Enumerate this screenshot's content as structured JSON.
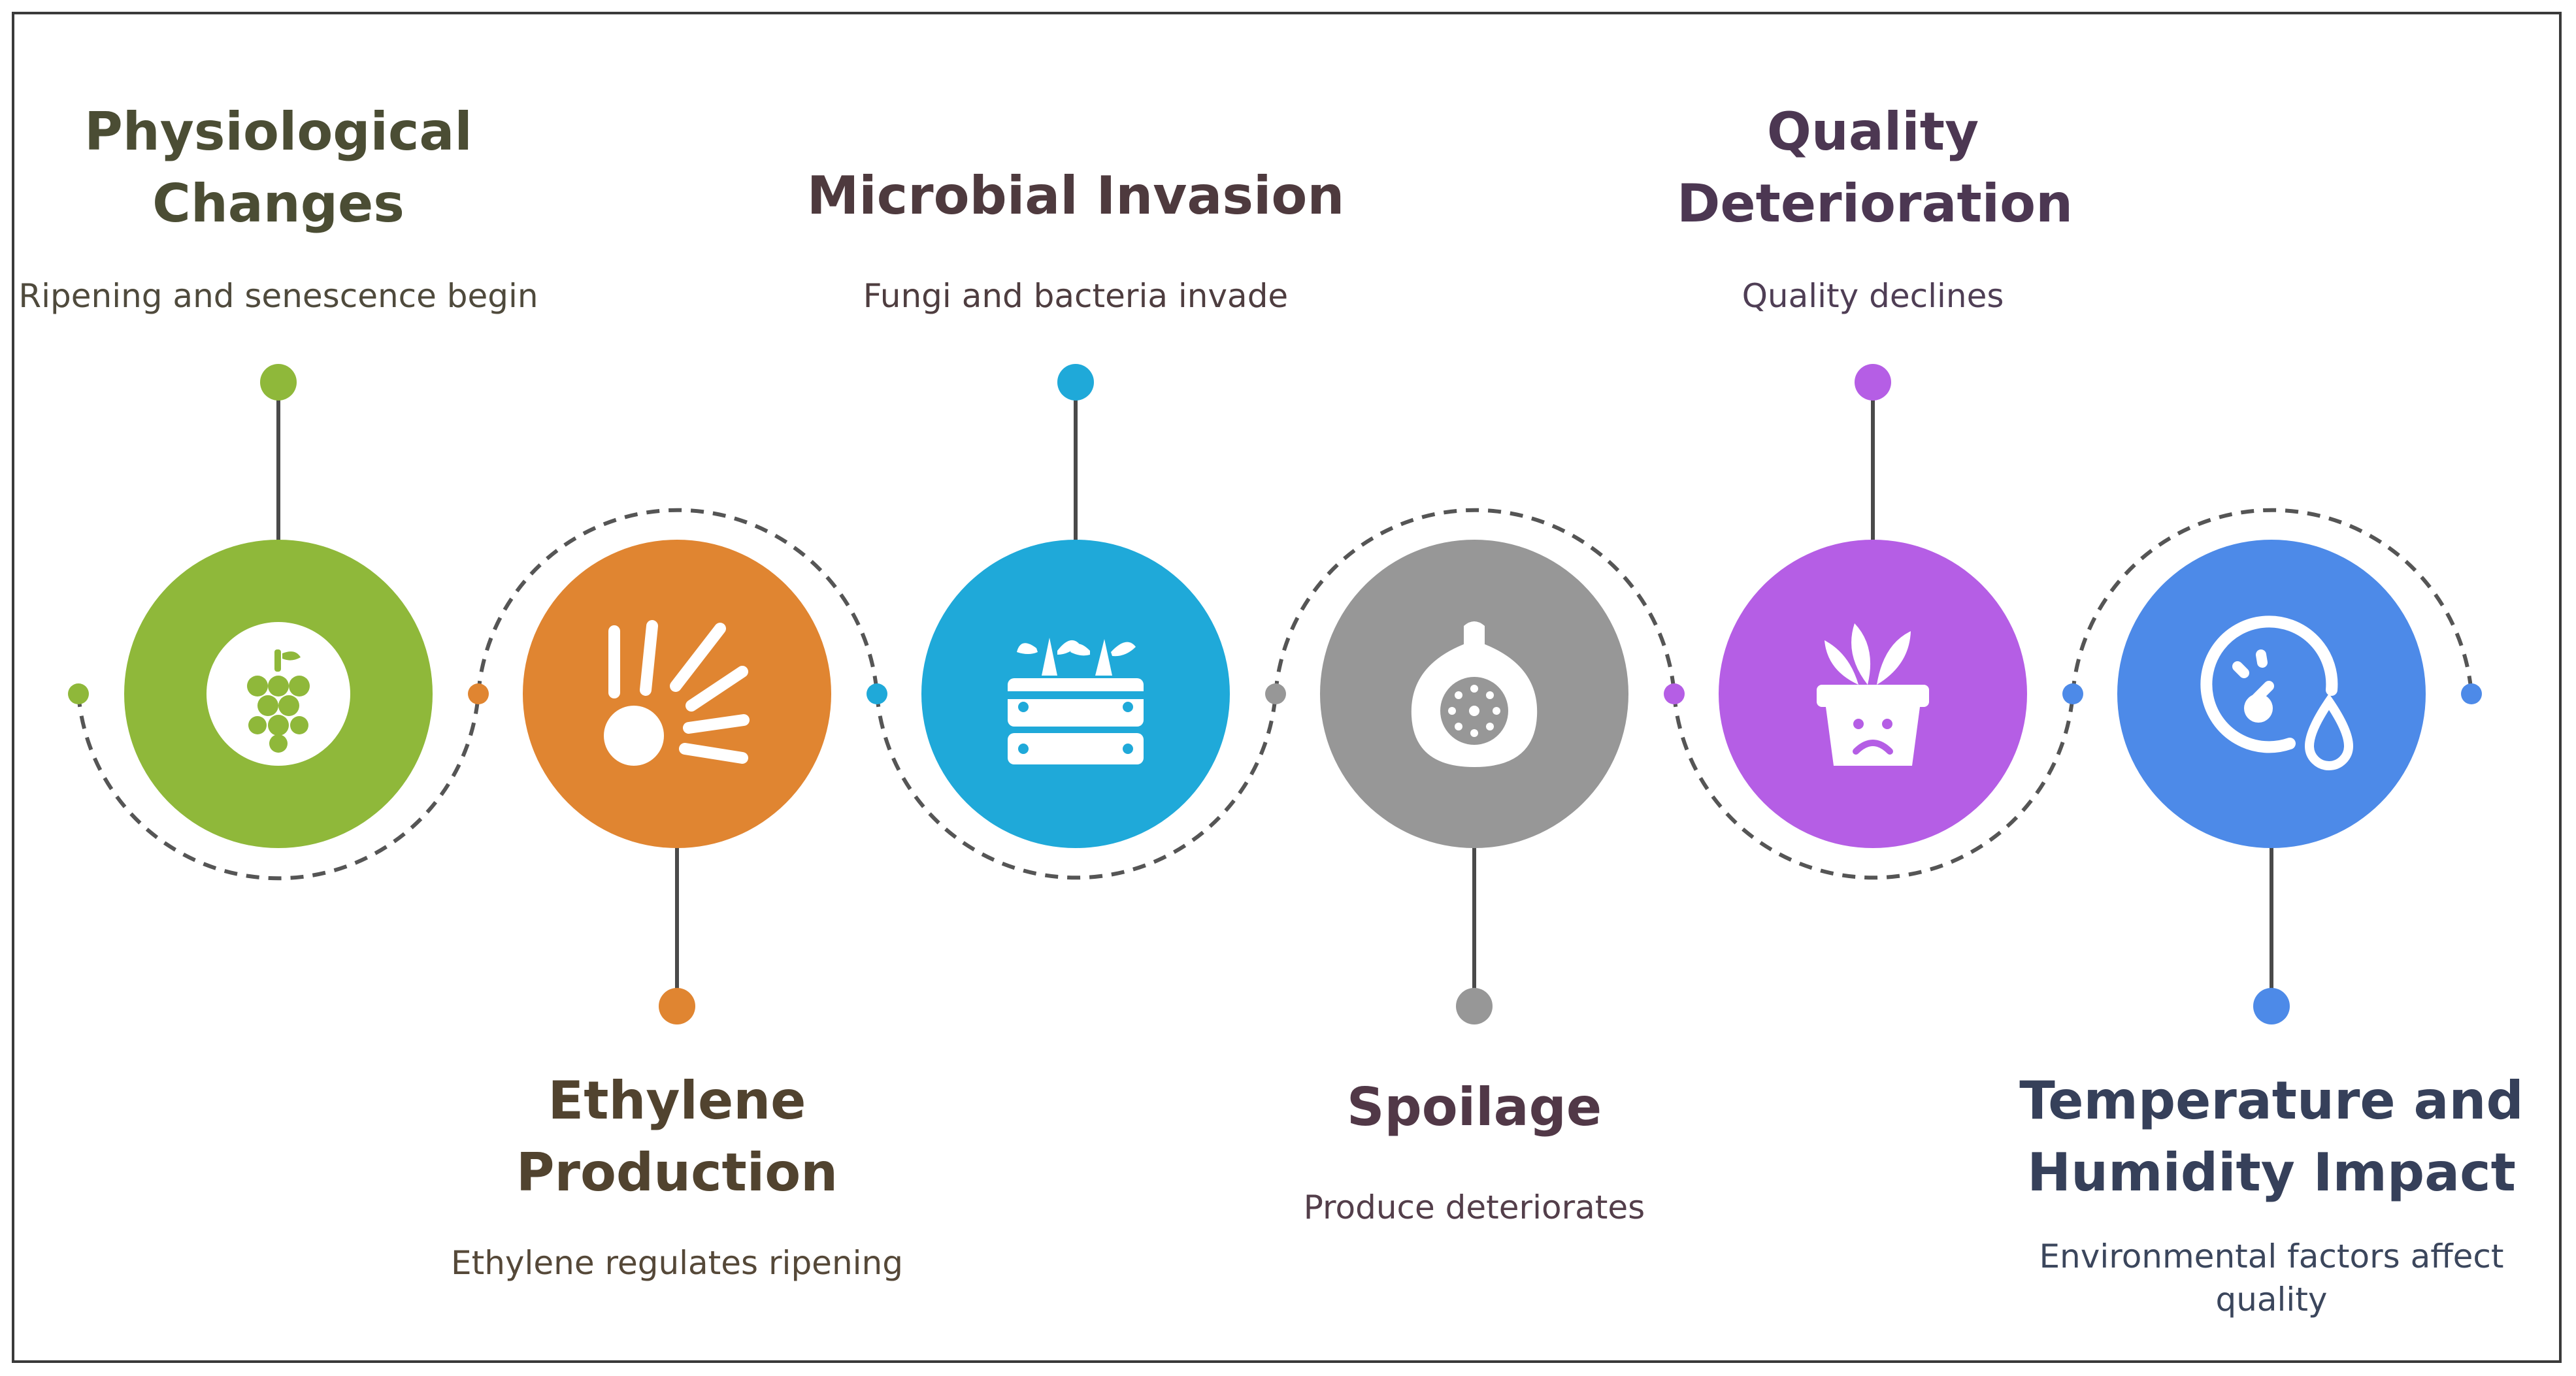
{
  "steps": [
    {
      "title": "Physiological\nChanges",
      "description": "Ripening and senescence begin",
      "color": "#8fb83a",
      "title_color": "#4b4d34",
      "text_color": "#4f4a3c",
      "icon": "grapes-icon"
    },
    {
      "title": "Ethylene\nProduction",
      "description": "Ethylene regulates ripening",
      "color": "#e08531",
      "title_color": "#51432f",
      "text_color": "#554838",
      "icon": "ethylene-burst-icon"
    },
    {
      "title": "Microbial Invasion",
      "description": "Fungi and bacteria invade",
      "color": "#1fa9d9",
      "title_color": "#4e3a3e",
      "text_color": "#4e3d3f",
      "icon": "produce-crate-icon"
    },
    {
      "title": "Spoilage",
      "description": "Produce deteriorates",
      "color": "#979797",
      "title_color": "#513847",
      "text_color": "#533e4a",
      "icon": "fig-icon"
    },
    {
      "title": "Quality\nDeterioration",
      "description": "Quality declines",
      "color": "#b55ee5",
      "title_color": "#4c3752",
      "text_color": "#4f3e55",
      "icon": "sad-plant-pot-icon"
    },
    {
      "title": "Temperature and\nHumidity Impact",
      "description": "Environmental factors affect\nquality",
      "color": "#4d8ae8",
      "title_color": "#36405a",
      "text_color": "#3b465c",
      "icon": "gauge-droplet-icon"
    }
  ],
  "connector_color": "#4a4a4a",
  "dash_color": "#555555"
}
